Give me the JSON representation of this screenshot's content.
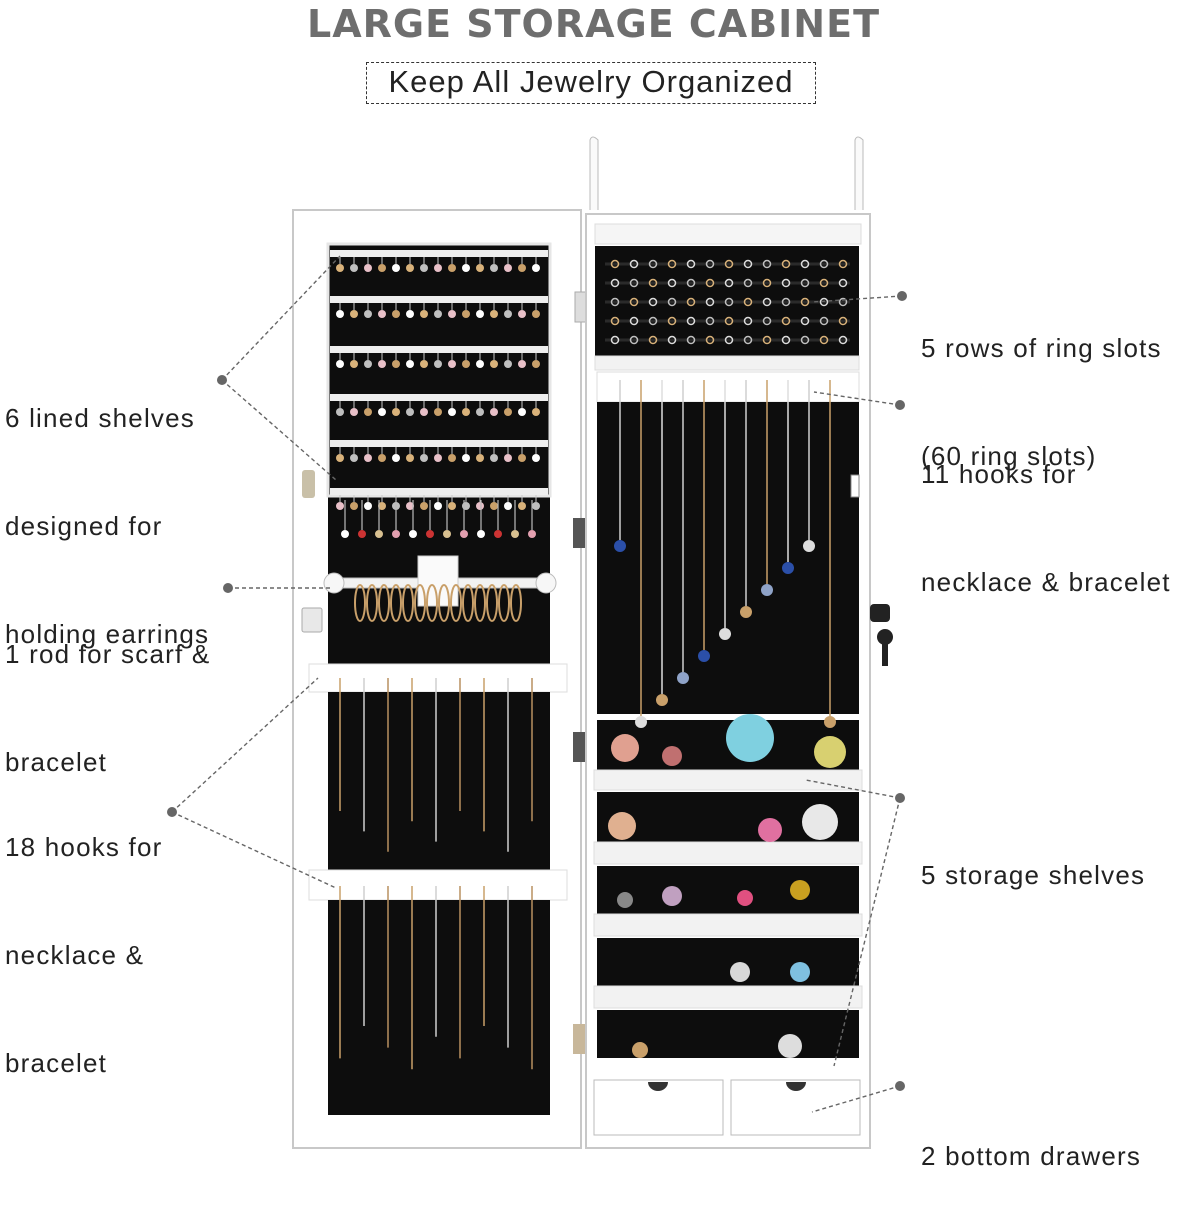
{
  "header": {
    "title": "LARGE STORAGE CABINET",
    "subtitle": "Keep All Jewelry Organized"
  },
  "callouts": {
    "left": [
      {
        "lines": [
          "6 lined shelves",
          "designed for",
          "holding earrings"
        ]
      },
      {
        "lines": [
          "1 rod for scarf &",
          "bracelet"
        ]
      },
      {
        "lines": [
          "18 hooks for",
          "necklace &",
          "bracelet"
        ]
      }
    ],
    "right": [
      {
        "lines": [
          "5 rows of ring slots",
          "(60 ring slots)"
        ]
      },
      {
        "lines": [
          "11 hooks for",
          "necklace & bracelet"
        ]
      },
      {
        "lines": [
          "5 storage shelves"
        ]
      },
      {
        "lines": [
          "2 bottom drawers"
        ]
      }
    ]
  },
  "colors": {
    "cabinet_white": "#ffffff",
    "lining_black": "#0d0d0d",
    "callout_line": "#666666",
    "title_gray": "#6e6e6e"
  }
}
